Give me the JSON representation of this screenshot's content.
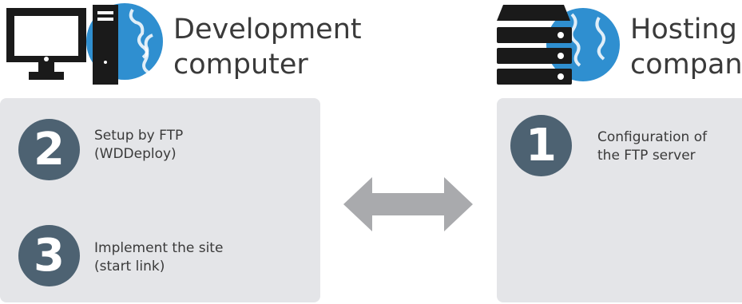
{
  "dev": {
    "title_line1": "Development",
    "title_line2": "computer",
    "steps": [
      {
        "number": "2",
        "line1": "Setup by FTP",
        "line2": "(WDDeploy)"
      },
      {
        "number": "3",
        "line1": "Implement the site",
        "line2": "(start link)"
      }
    ]
  },
  "host": {
    "title_line1": "Hosting",
    "title_line2": "company",
    "steps": [
      {
        "number": "1",
        "line1": "Configuration of",
        "line2": "the FTP server"
      }
    ]
  },
  "colors": {
    "badge": "#4d6272",
    "panel": "#e4e5e8",
    "arrow": "#a9aaad",
    "globe": "#2f8fd0",
    "device": "#1a1a1a"
  },
  "icons": {
    "dev": "desktop-computer-globe-icon",
    "host": "server-globe-icon",
    "link": "double-arrow-icon"
  }
}
